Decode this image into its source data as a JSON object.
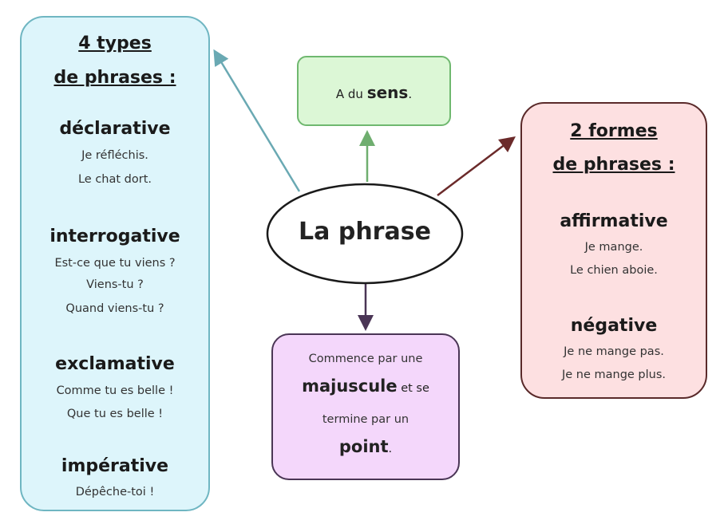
{
  "center": {
    "label": "La phrase"
  },
  "types_box": {
    "title_line1": "4 types",
    "title_line2": "de phrases :",
    "items": [
      {
        "name": "déclarative",
        "examples": [
          "Je réfléchis.",
          "Le chat dort."
        ]
      },
      {
        "name": "interrogative",
        "examples": [
          "Est-ce que tu viens ?",
          "Viens-tu ?",
          "Quand viens-tu ?"
        ]
      },
      {
        "name": "exclamative",
        "examples": [
          "Comme tu es belle !",
          "Que tu es belle !"
        ]
      },
      {
        "name": "impérative",
        "examples": [
          "Dépêche-toi !"
        ]
      }
    ]
  },
  "sense_box": {
    "prefix": "A du ",
    "bold": "sens",
    "suffix": "."
  },
  "forms_box": {
    "title_line1": "2 formes",
    "title_line2": "de phrases :",
    "items": [
      {
        "name": "affirmative",
        "examples": [
          "Je mange.",
          "Le chien aboie."
        ]
      },
      {
        "name": "négative",
        "examples": [
          "Je ne mange pas.",
          "Je ne mange plus."
        ]
      }
    ]
  },
  "punct_box": {
    "line1": "Commence par une",
    "bold1": "majuscule",
    "line2_rest": " et se",
    "line3": "termine par un",
    "bold2": "point",
    "end": "."
  },
  "colors": {
    "blue": "#ddf5fb",
    "green": "#dcf7d6",
    "red": "#fde0e1",
    "purple": "#f4d7fb"
  }
}
